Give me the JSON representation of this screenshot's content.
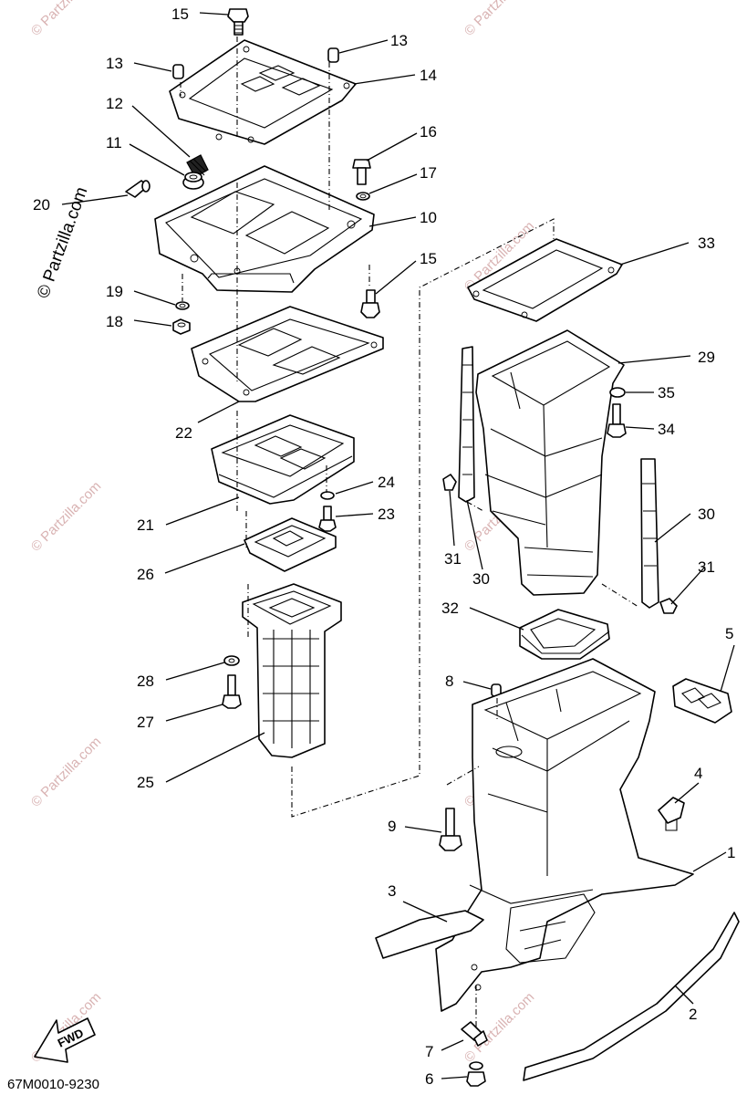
{
  "diagram": {
    "brand_text": "© Partzilla.com",
    "watermark_text": "© Partzilla.com",
    "part_code": "67M0010-9230",
    "direction_label": "FWD",
    "callouts": [
      {
        "id": "c15a",
        "label": "15"
      },
      {
        "id": "c13a",
        "label": "13"
      },
      {
        "id": "c13b",
        "label": "13"
      },
      {
        "id": "c14",
        "label": "14"
      },
      {
        "id": "c12",
        "label": "12"
      },
      {
        "id": "c16",
        "label": "16"
      },
      {
        "id": "c11",
        "label": "11"
      },
      {
        "id": "c17",
        "label": "17"
      },
      {
        "id": "c20",
        "label": "20"
      },
      {
        "id": "c10",
        "label": "10"
      },
      {
        "id": "c15b",
        "label": "15"
      },
      {
        "id": "c33",
        "label": "33"
      },
      {
        "id": "c19",
        "label": "19"
      },
      {
        "id": "c18",
        "label": "18"
      },
      {
        "id": "c29",
        "label": "29"
      },
      {
        "id": "c35",
        "label": "35"
      },
      {
        "id": "c34",
        "label": "34"
      },
      {
        "id": "c22",
        "label": "22"
      },
      {
        "id": "c24",
        "label": "24"
      },
      {
        "id": "c23",
        "label": "23"
      },
      {
        "id": "c21",
        "label": "21"
      },
      {
        "id": "c30a",
        "label": "30"
      },
      {
        "id": "c31a",
        "label": "31"
      },
      {
        "id": "c30b",
        "label": "30"
      },
      {
        "id": "c31b",
        "label": "31"
      },
      {
        "id": "c26",
        "label": "26"
      },
      {
        "id": "c32",
        "label": "32"
      },
      {
        "id": "c5",
        "label": "5"
      },
      {
        "id": "c28",
        "label": "28"
      },
      {
        "id": "c8",
        "label": "8"
      },
      {
        "id": "c27",
        "label": "27"
      },
      {
        "id": "c25",
        "label": "25"
      },
      {
        "id": "c4",
        "label": "4"
      },
      {
        "id": "c9",
        "label": "9"
      },
      {
        "id": "c1",
        "label": "1"
      },
      {
        "id": "c3",
        "label": "3"
      },
      {
        "id": "c2",
        "label": "2"
      },
      {
        "id": "c7",
        "label": "7"
      },
      {
        "id": "c6",
        "label": "6"
      }
    ]
  }
}
